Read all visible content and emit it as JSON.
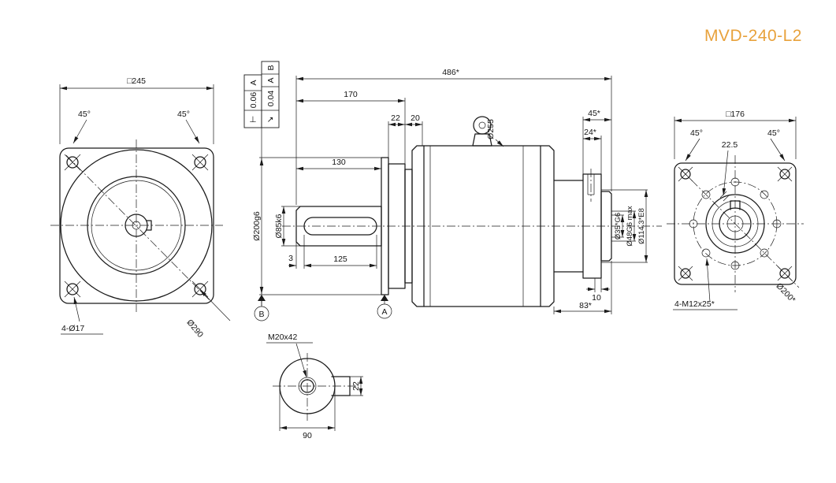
{
  "title": "MVD-240-L2",
  "front_view": {
    "dim_square": "□245",
    "angle_left": "45°",
    "angle_right": "45°",
    "holes_label": "4-Ø17",
    "bolt_circle_dia": "Ø290"
  },
  "side_view": {
    "dim_overall": "486*",
    "dim_170": "170",
    "dim_22": "22",
    "dim_20": "20",
    "dim_130": "130",
    "dim_125": "125",
    "dim_3": "3",
    "dia_spigot": "Ø200g6",
    "dia_shaft": "Ø85k6",
    "dia_body": "Ø255",
    "dim_45": "45*",
    "dim_24": "24*",
    "dia_bore1": "Ø35*G6",
    "dia_bore2": "Ø48G6 max",
    "dia_bore3": "Ø114.3*E8",
    "dim_10": "10",
    "dim_83": "83*",
    "datum_a": "A",
    "datum_b": "B",
    "fcf_perpendicularity": {
      "symbol": "⊥",
      "tolerance": "0.06",
      "datum": "A"
    },
    "fcf_runout": {
      "symbol": "↗",
      "tolerance": "0.04",
      "datum_1": "A",
      "datum_2": "B"
    }
  },
  "shaft_end_detail": {
    "thread_label": "M20x42",
    "dim_90": "90",
    "dim_22": "22"
  },
  "rear_view": {
    "dim_square": "□176",
    "angle_left": "45°",
    "angle_right": "45°",
    "dim_keyway_angle": "22.5",
    "holes_label": "4-M12x25*",
    "bolt_circle_dia": "Ø200*"
  },
  "colors": {
    "line": "#1c1c1c",
    "accent": "#e8a23c",
    "background": "#ffffff"
  }
}
